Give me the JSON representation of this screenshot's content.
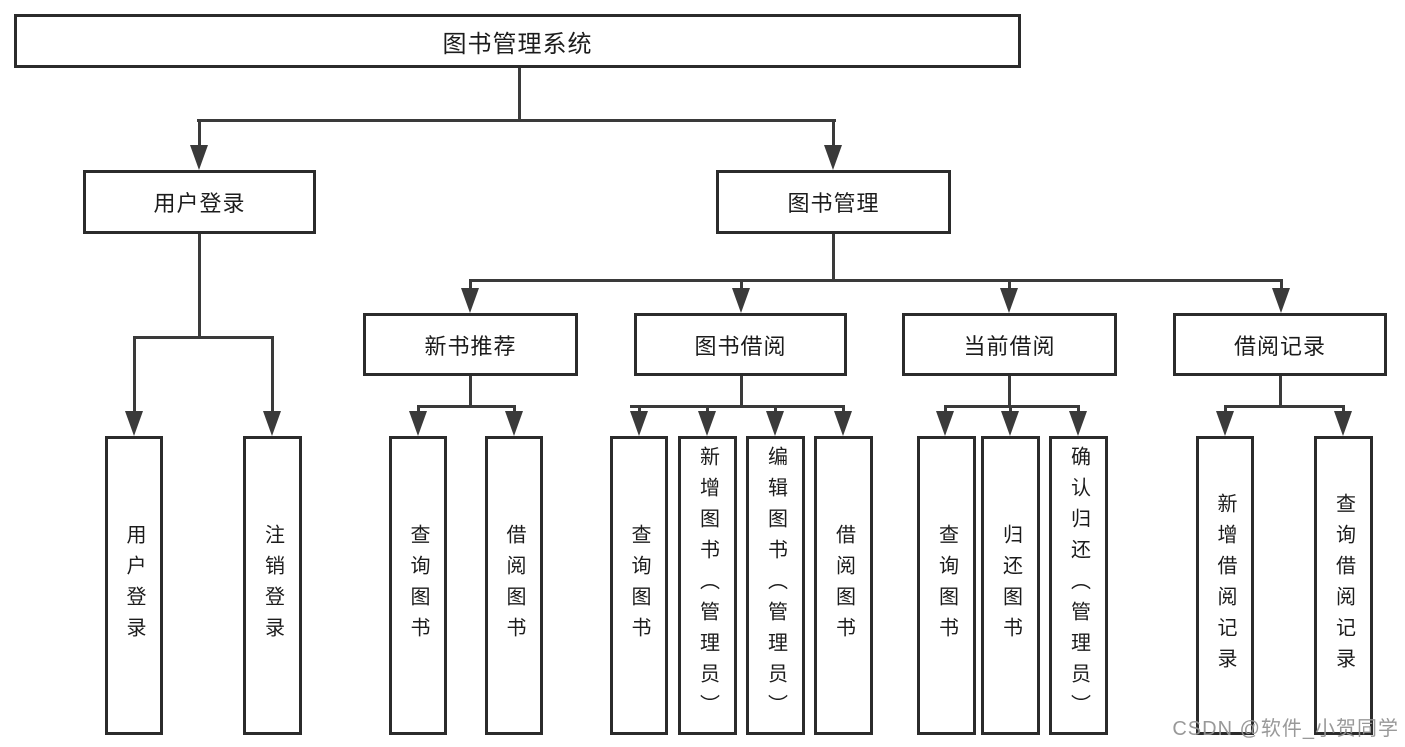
{
  "colors": {
    "background": "#ffffff",
    "box_border": "#2b2b2b",
    "connector_line": "#3a3a3a",
    "text": "#1c1c1c",
    "watermark": "#949494"
  },
  "watermark": {
    "text": "CSDN @软件_小贺同学"
  },
  "diagram": {
    "type": "tree",
    "root": {
      "label": "图书管理系统"
    },
    "branches": [
      {
        "label": "用户登录",
        "children": [
          {
            "label": "用户登录"
          },
          {
            "label": "注销登录"
          }
        ]
      },
      {
        "label": "图书管理",
        "children": [
          {
            "label": "新书推荐",
            "children": [
              {
                "label": "查询图书"
              },
              {
                "label": "借阅图书"
              }
            ]
          },
          {
            "label": "图书借阅",
            "children": [
              {
                "label": "查询图书"
              },
              {
                "label": "新增图书（管理员）"
              },
              {
                "label": "编辑图书（管理员）"
              },
              {
                "label": "借阅图书"
              }
            ]
          },
          {
            "label": "当前借阅",
            "children": [
              {
                "label": "查询图书"
              },
              {
                "label": "归还图书"
              },
              {
                "label": "确认归还（管理员）"
              }
            ]
          },
          {
            "label": "借阅记录",
            "children": [
              {
                "label": "新增借阅记录"
              },
              {
                "label": "查询借阅记录"
              }
            ]
          }
        ]
      }
    ]
  }
}
